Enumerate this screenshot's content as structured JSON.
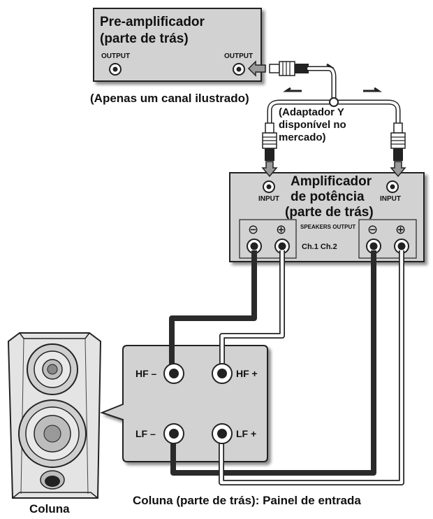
{
  "preamp": {
    "title_line1": "Pre-amplificador",
    "title_line2": "(parte de trás)",
    "output_left": "OUTPUT",
    "output_right": "OUTPUT"
  },
  "note_one_channel": "(Apenas um canal ilustrado)",
  "y_adapter": {
    "line1": "(Adaptador Y",
    "line2": "disponível no",
    "line3": "mercado)"
  },
  "amplifier": {
    "title_line1": "Amplificador",
    "title_line2": "de potência",
    "title_line3": "(parte de trás)",
    "input_left": "INPUT",
    "input_right": "INPUT",
    "speakers_output": "SPEAKERS OUTPUT",
    "channels": "Ch.1 Ch.2",
    "minus_symbol": "⊖",
    "plus_symbol": "⊕"
  },
  "panel": {
    "hf_minus": "HF –",
    "hf_plus": "HF +",
    "lf_minus": "LF –",
    "lf_plus": "LF +"
  },
  "speaker_label": "Coluna",
  "panel_caption": "Coluna (parte de trás): Painel de entrada",
  "colors": {
    "panel_fill": "#d2d2d2",
    "panel_border": "#222222",
    "dark_cable": "#2a2a2a",
    "light_cable": "#ffffff"
  }
}
